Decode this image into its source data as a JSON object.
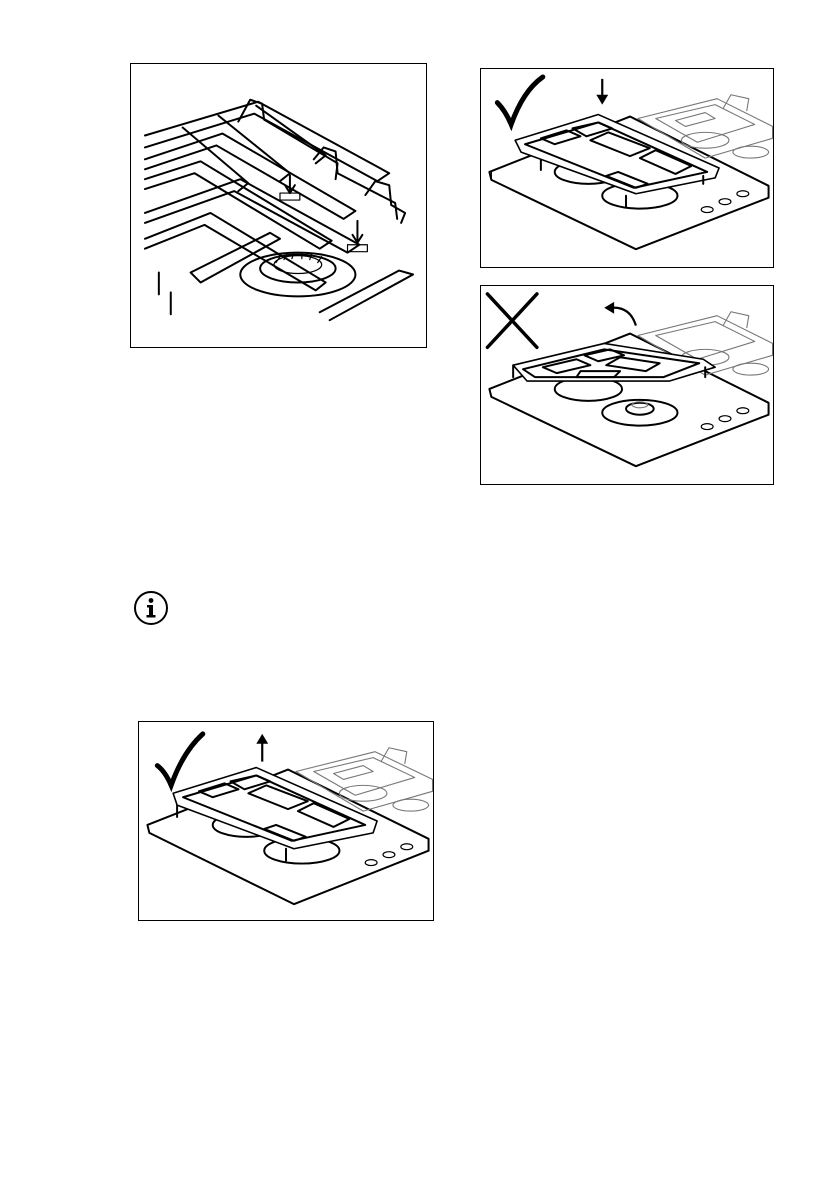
{
  "figures": [
    {
      "id": "fig-pan-support-detail",
      "description_icons": [
        "down-arrow-icon",
        "down-arrow-icon"
      ]
    },
    {
      "id": "fig-place-correct",
      "mark": "checkmark-icon",
      "arrow": "down-arrow-icon"
    },
    {
      "id": "fig-place-wrong",
      "mark": "cross-icon",
      "arrow": "curved-arrow-icon"
    },
    {
      "id": "fig-remove-correct",
      "mark": "checkmark-icon",
      "arrow": "up-arrow-icon"
    }
  ],
  "info_icon": {
    "icon": "info-icon",
    "glyph": "i"
  }
}
